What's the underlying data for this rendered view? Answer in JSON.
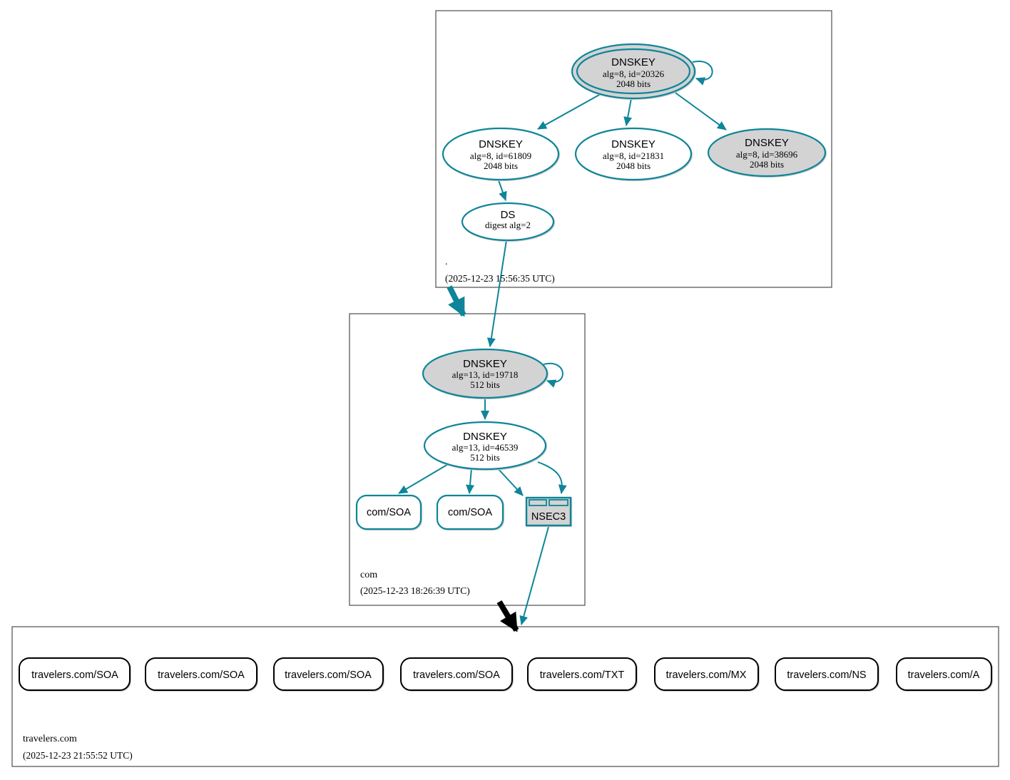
{
  "colors": {
    "secure": "#0e8599",
    "node_fill": "#d3d3d3",
    "edge_black": "#000000",
    "box_border": "#5b5b5b"
  },
  "zones": {
    "root": {
      "name": ".",
      "timestamp": "(2025-12-23 15:56:35 UTC)",
      "ksk": {
        "title": "DNSKEY",
        "detail": "alg=8, id=20326",
        "bits": "2048 bits"
      },
      "zsk1": {
        "title": "DNSKEY",
        "detail": "alg=8, id=61809",
        "bits": "2048 bits"
      },
      "zsk2": {
        "title": "DNSKEY",
        "detail": "alg=8, id=21831",
        "bits": "2048 bits"
      },
      "ksk2": {
        "title": "DNSKEY",
        "detail": "alg=8, id=38696",
        "bits": "2048 bits"
      },
      "ds": {
        "title": "DS",
        "detail": "digest alg=2"
      }
    },
    "com": {
      "name": "com",
      "timestamp": "(2025-12-23 18:26:39 UTC)",
      "ksk": {
        "title": "DNSKEY",
        "detail": "alg=13, id=19718",
        "bits": "512 bits"
      },
      "zsk": {
        "title": "DNSKEY",
        "detail": "alg=13, id=46539",
        "bits": "512 bits"
      },
      "soa1": "com/SOA",
      "soa2": "com/SOA",
      "nsec3": "NSEC3"
    },
    "travelers": {
      "name": "travelers.com",
      "timestamp": "(2025-12-23 21:55:52 UTC)",
      "rrsets": [
        "travelers.com/SOA",
        "travelers.com/SOA",
        "travelers.com/SOA",
        "travelers.com/SOA",
        "travelers.com/TXT",
        "travelers.com/MX",
        "travelers.com/NS",
        "travelers.com/A"
      ]
    }
  }
}
